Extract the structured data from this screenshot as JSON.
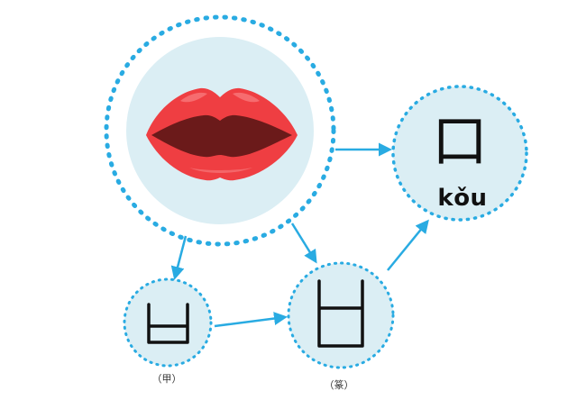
{
  "nodes": {
    "lips": {
      "icon": "lips-icon"
    },
    "oracle": {
      "glyph_icon": "oracle-bone-kou-glyph",
      "caption": "（甲）"
    },
    "seal": {
      "glyph_icon": "seal-script-kou-glyph",
      "caption": "（篆）"
    },
    "modern": {
      "character": "口",
      "pinyin": "kǒu"
    }
  },
  "colors": {
    "dotted_border": "#29abe2",
    "arrow": "#29abe2",
    "circle_fill": "#dbeef4",
    "lip_outer": "#ef3e42",
    "lip_inner": "#6b1a1a",
    "lip_highlight": "#f7787a",
    "glyph_stroke": "#111111"
  }
}
